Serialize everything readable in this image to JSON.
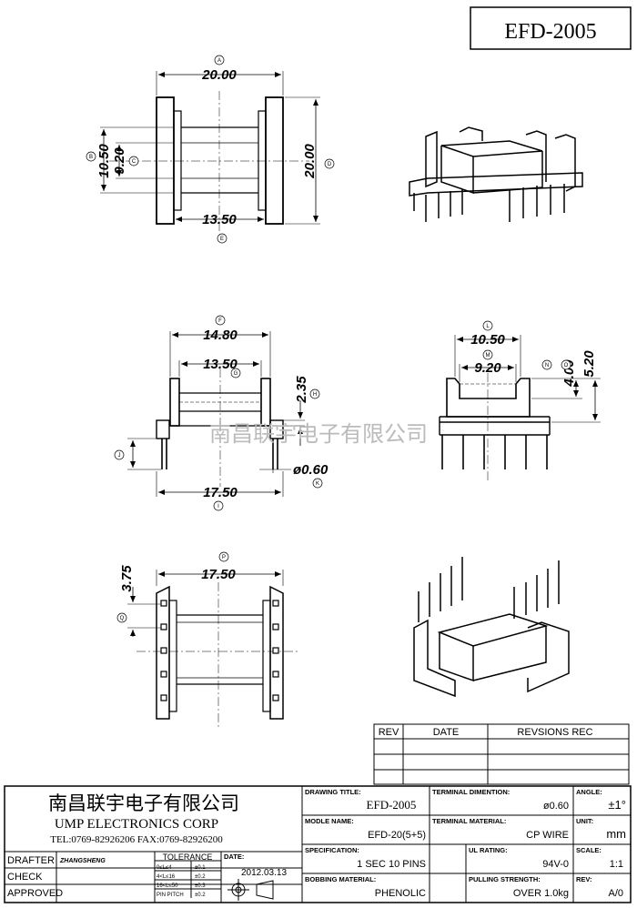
{
  "title_box": {
    "part_number": "EFD-2005"
  },
  "watermark": "南昌联宇电子有限公司",
  "dimensions": {
    "top_width": "20.00",
    "side_height": "20.00",
    "inner_width": "13.50",
    "outer_slot": "10.50",
    "inner_slot": "9.20",
    "front_width": "14.80",
    "front_inner": "13.50",
    "flange": "2.35",
    "pin_dia": "ø0.60",
    "base_width": "17.50",
    "end_top": "10.50",
    "end_inner": "9.20",
    "end_h1": "4.00",
    "end_h2": "5.20",
    "bottom_width": "17.50",
    "pin_pos": "3.75"
  },
  "callouts": [
    "A",
    "B",
    "C",
    "D",
    "E",
    "F",
    "G",
    "H",
    "I",
    "J",
    "K",
    "L",
    "M",
    "N",
    "O",
    "P",
    "Q"
  ],
  "revision_table": {
    "col_rev": "REV",
    "col_date": "DATE",
    "col_rev_desc": "REVSIONS REC"
  },
  "company": {
    "name_cn": "南昌联宇电子有限公司",
    "name_en": "UMP ELECTRONICS CORP",
    "contact": "TEL:0769-82926206 FAX:0769-82926200"
  },
  "signoff": {
    "drafter_label": "DRAFTER",
    "drafter_value": "ZHANGSHENG",
    "check_label": "CHECK",
    "approved_label": "APPROVED",
    "tolerance_label": "TOLERANCE",
    "tolerances": [
      {
        "range": "0≤L≤4",
        "tol": "±0.1"
      },
      {
        "range": "4<L≤16",
        "tol": "±0.2"
      },
      {
        "range": "16<L≤50",
        "tol": "±0.3"
      },
      {
        "range": "PIN PITCH",
        "tol": "±0.2"
      }
    ],
    "date_label": "DATE:",
    "date_value": "2012.03.13"
  },
  "specs": {
    "drawing_title_label": "DRAWING TITLE:",
    "drawing_title": "EFD-2005",
    "terminal_dim_label": "TERMINAL DIMENTION:",
    "terminal_dim": "ø0.60",
    "angle_label": "ANGLE:",
    "angle": "±1°",
    "model_label": "MODLE NAME:",
    "model": "EFD-20(5+5)",
    "terminal_mat_label": "TERMINAL MATERIAL:",
    "terminal_mat": "CP WIRE",
    "unit_label": "UNIT:",
    "unit": "mm",
    "spec_label": "SPECIFICATION:",
    "spec": "1 SEC 10 PINS",
    "ul_label": "UL RATING:",
    "ul": "94V-0",
    "scale_label": "SCALE:",
    "scale": "1:1",
    "bobbin_label": "BOBBING MATERIAL:",
    "bobbin": "PHENOLIC",
    "pull_label": "PULLING STRENGTH:",
    "pull": "OVER 1.0kg",
    "rev_label": "REV:",
    "rev": "A/0"
  }
}
